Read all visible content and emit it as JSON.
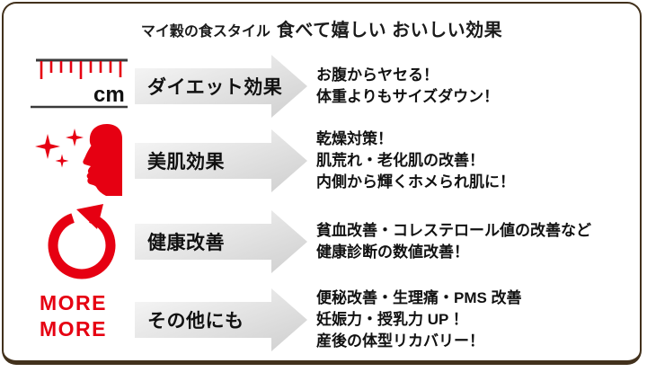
{
  "title": {
    "prefix": "マイ穀の食スタイル",
    "main": "食べて嬉しい おいしい効果"
  },
  "colors": {
    "accent_red": "#e60012",
    "frame_border": "#42311c",
    "arrow_gradient_start": "#f8f8f8",
    "arrow_gradient_end": "#cfcfcf",
    "text": "#111111"
  },
  "rows": [
    {
      "id": "diet",
      "icon": "ruler-cm-icon",
      "label": "ダイエット効果",
      "lines": [
        "お腹からヤセる！",
        "体重よりもサイズダウン！"
      ]
    },
    {
      "id": "skin",
      "icon": "sparkling-face-icon",
      "label": "美肌効果",
      "lines": [
        "乾燥対策！",
        "肌荒れ・老化肌の改善！",
        "内側から輝くホメられ肌に！"
      ]
    },
    {
      "id": "health",
      "icon": "cycle-arrow-icon",
      "label": "健康改善",
      "lines": [
        "貧血改善・コレステロール値の改善など",
        "健康診断の数値改善！"
      ]
    },
    {
      "id": "other",
      "icon": "more-more-icon",
      "label": "その他にも",
      "lines": [
        "便秘改善・生理痛・PMS 改善",
        "妊娠力・授乳力 UP ！",
        "産後の体型リカバリー！"
      ]
    }
  ],
  "ruler_icon": {
    "unit": "cm"
  },
  "more_icon": {
    "line1": "MORE",
    "line2": "MORE"
  }
}
